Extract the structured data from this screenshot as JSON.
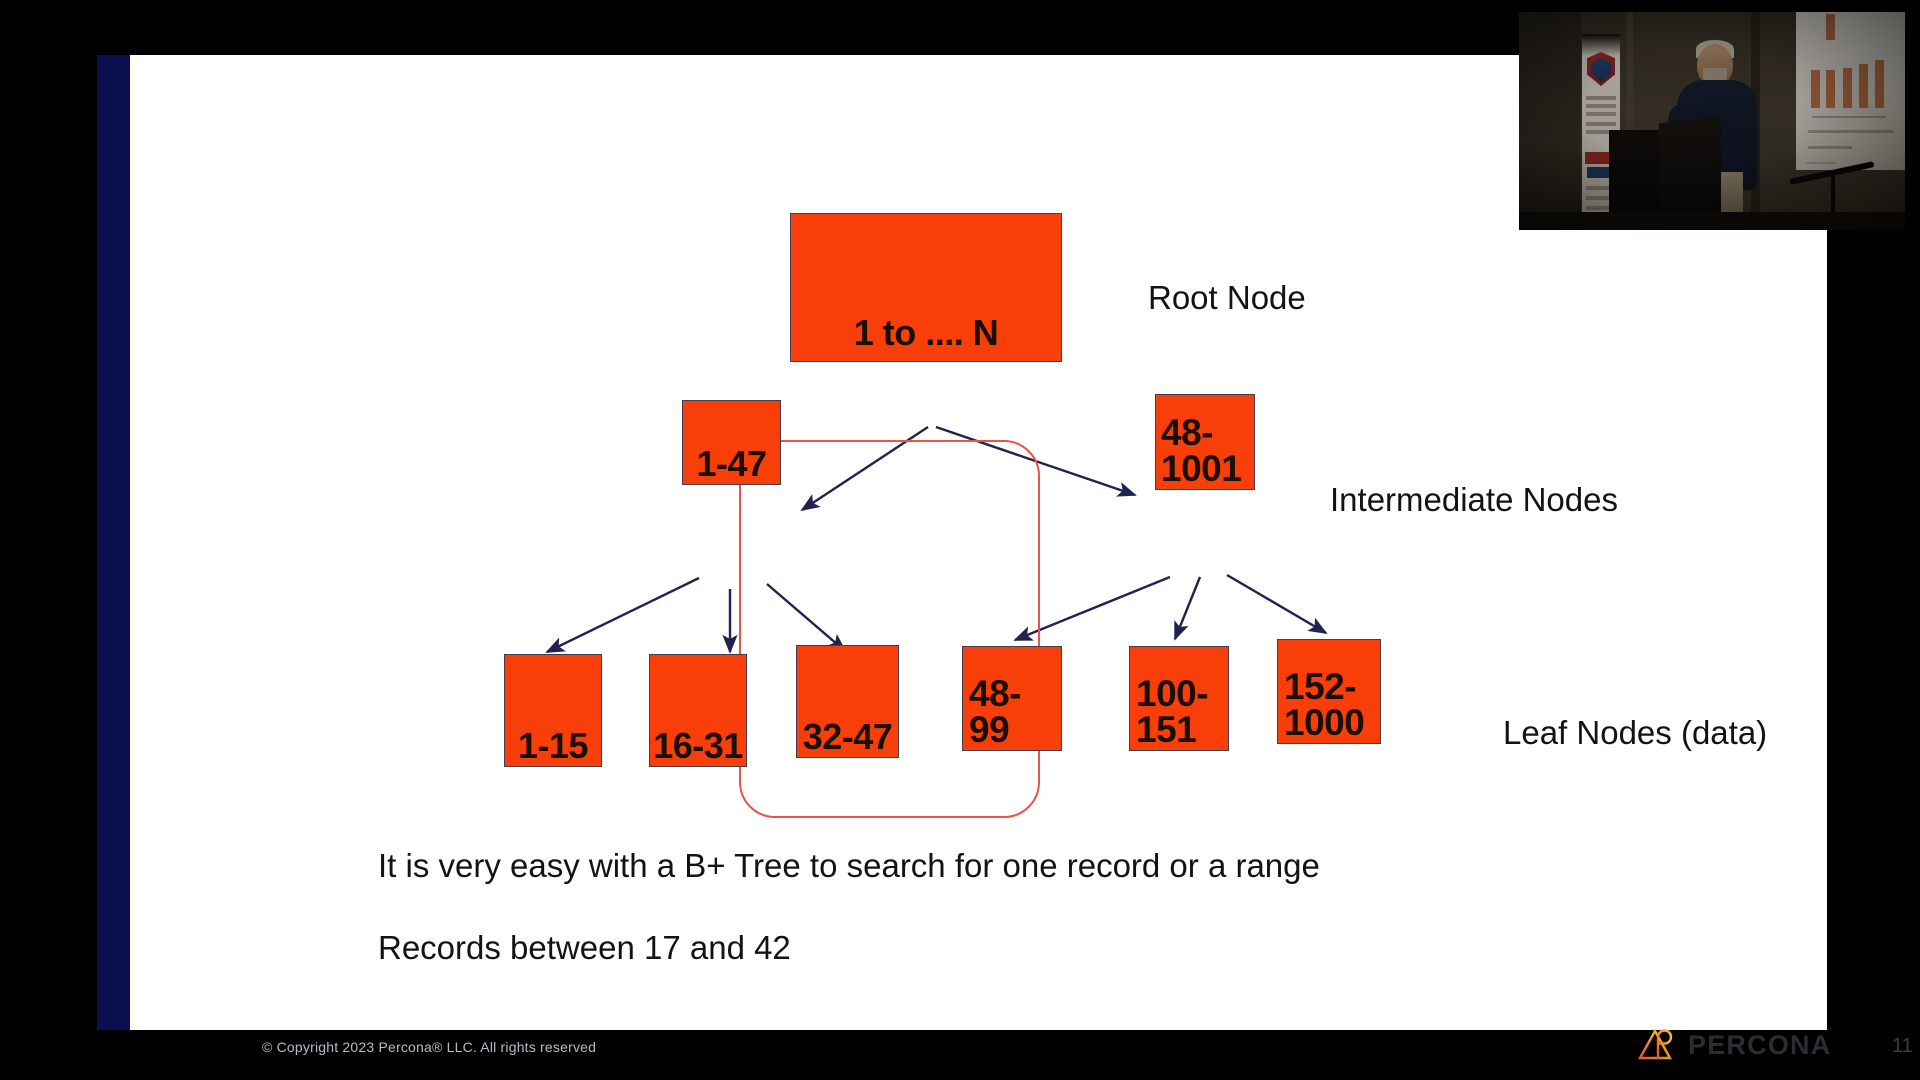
{
  "slide": {
    "page_number": "11",
    "copyright": "© Copyright 2023 Percona® LLC. All rights reserved",
    "logo_word": "PERCONA",
    "accent_color": "#0b0f4d",
    "node_fill": "#f93f09",
    "node_border": "#4a3a4f",
    "arrow_color": "#20224f",
    "highlight_color": "#e8534a",
    "background": "#ffffff"
  },
  "diagram": {
    "type": "b-plus-tree",
    "levels": [
      {
        "label": "Root Node",
        "nodes": [
          {
            "id": "root",
            "text": "1 to .... N"
          }
        ]
      },
      {
        "label": "Intermediate Nodes",
        "nodes": [
          {
            "id": "i1",
            "text": "1-47"
          },
          {
            "id": "i2",
            "text": "48-\n1001"
          }
        ]
      },
      {
        "label": "Leaf Nodes (data)",
        "nodes": [
          {
            "id": "l1",
            "text": "1-15"
          },
          {
            "id": "l2",
            "text": "16-31"
          },
          {
            "id": "l3",
            "text": "32-47"
          },
          {
            "id": "l4",
            "text": "48-\n99"
          },
          {
            "id": "l5",
            "text": "100-\n151"
          },
          {
            "id": "l6",
            "text": "152-\n1000"
          }
        ]
      }
    ],
    "side_labels": {
      "root": "Root Node",
      "intermediate": "Intermediate Nodes",
      "leaf": "Leaf Nodes (data)"
    },
    "highlight": {
      "shape": "rounded-rectangle",
      "covers": [
        "1-47",
        "16-31",
        "32-47"
      ]
    }
  },
  "body_text": {
    "line1": "It is very easy with a B+ Tree to search for one record or a range",
    "line2": "Records between 17 and 42"
  },
  "webcam": {
    "present": true,
    "description": "speaker-at-podium-video-overlay"
  }
}
